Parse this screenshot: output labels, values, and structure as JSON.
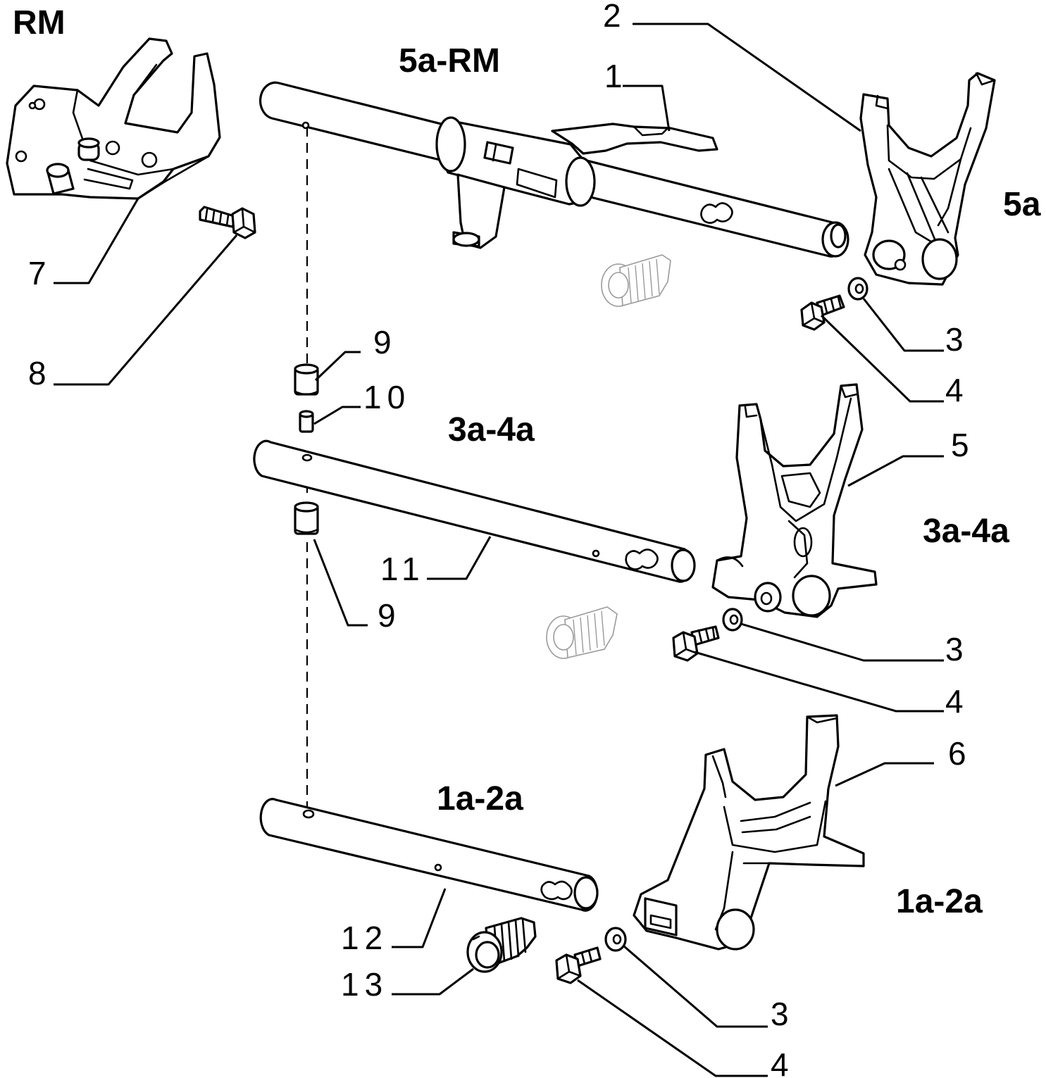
{
  "gear_labels": {
    "rm": "RM",
    "fifth_rm": "5a-RM",
    "fifth": "5a",
    "third_fourth_rod": "3a-4a",
    "third_fourth_fork": "3a-4a",
    "first_second_rod": "1a-2a",
    "first_second_fork": "1a-2a"
  },
  "callouts": {
    "c1": "1",
    "c2": "2",
    "c3a": "3",
    "c4a": "4",
    "c5": "5",
    "c3b": "3",
    "c4b": "4",
    "c6": "6",
    "c3c": "3",
    "c4c": "4",
    "c7": "7",
    "c8": "8",
    "c9a": "9",
    "c10": "10",
    "c11": "11",
    "c9b": "9",
    "c12": "12",
    "c13": "13"
  },
  "parts": [
    "reverse-lever",
    "fifth-reverse-rod",
    "fifth-fork",
    "third-fourth-rod",
    "third-fourth-fork",
    "first-second-rod",
    "first-second-fork",
    "plunger-13",
    "plunger-ghost-upper",
    "plunger-ghost-middle"
  ]
}
